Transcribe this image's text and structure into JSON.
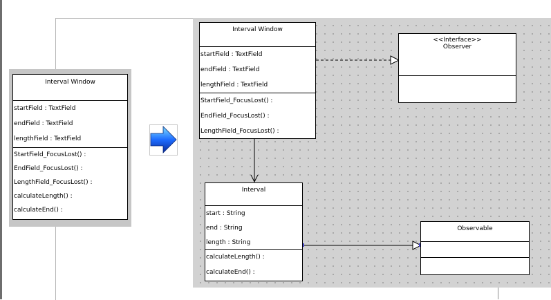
{
  "before_class": {
    "name": "Interval Window",
    "attributes": [
      "startField : TextField",
      "endField : TextField",
      "lengthField : TextField"
    ],
    "operations": [
      "StartField_FocusLost() :",
      "EndField_FocusLost() :",
      "LengthField_FocusLost() :",
      "calculateLength() :",
      "calculateEnd() :"
    ]
  },
  "transform_arrow": {
    "icon": "blue-right-arrow-icon",
    "color": "#1e6cff"
  },
  "interval_window": {
    "name": "Interval Window",
    "attributes": [
      "startField : TextField",
      "endField : TextField",
      "lengthField : TextField"
    ],
    "operations": [
      "StartField_FocusLost() :",
      "EndField_FocusLost() :",
      "LengthField_FocusLost() :"
    ]
  },
  "observer": {
    "stereotype": "<<Interface>>",
    "name": "Observer"
  },
  "interval": {
    "name": "Interval",
    "attributes": [
      "start : String",
      "end : String",
      "length : String"
    ],
    "operations": [
      "calculateLength() :",
      "calculateEnd() :"
    ]
  },
  "observable": {
    "name": "Observable"
  },
  "colors": {
    "canvas": "#d2d2d2",
    "handle": "#4a4acd",
    "shadow": "#c6c6c6"
  }
}
